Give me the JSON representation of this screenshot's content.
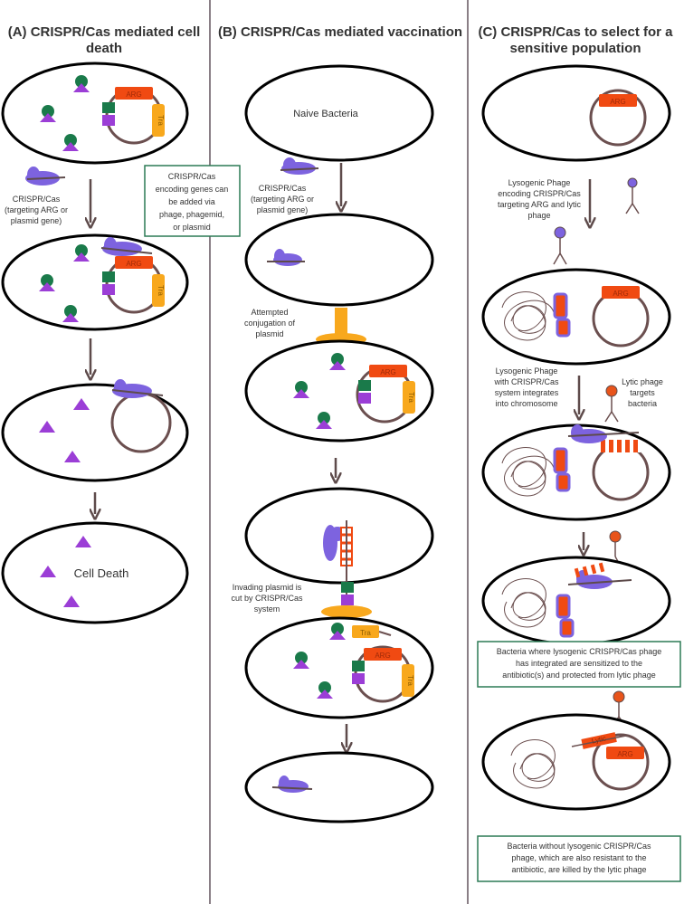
{
  "colors": {
    "cell_outline": "#000000",
    "divider": "#8a7f86",
    "arrow": "#5e4b4b",
    "plasmid": "#6b4f4f",
    "arg": "#f04a12",
    "tra": "#f8a81d",
    "protein_green": "#1a7a4a",
    "protein_purple": "#9b3ed6",
    "cas": "#7d63df",
    "phage_head": "#e8541b",
    "textbox_border": "#2c7a55",
    "text": "#333333"
  },
  "panels": {
    "a": {
      "title_line1": "(A) CRISPR/Cas mediated cell",
      "title_line2": "death",
      "label_crispr_1": "CRISPR/Cas",
      "label_crispr_2": "(targeting ARG or",
      "label_crispr_3": "plasmid gene)",
      "cell_death": "Cell Death"
    },
    "b": {
      "title": "(B) CRISPR/Cas mediated vaccination",
      "naive": "Naive Bacteria",
      "label_crispr_1": "CRISPR/Cas",
      "label_crispr_2": "(targeting ARG or",
      "label_crispr_3": "plasmid gene)",
      "attempted_1": "Attempted",
      "attempted_2": "conjugation of",
      "attempted_3": "plasmid",
      "invading_1": "Invading plasmid is",
      "invading_2": "cut by CRISPR/Cas",
      "invading_3": "system",
      "note_1": "CRISPR/Cas",
      "note_2": "encoding genes can",
      "note_3": "be added via",
      "note_4": "phage, phagemid,",
      "note_5": "or plasmid"
    },
    "c": {
      "title_line1": "(C) CRISPR/Cas to select for a",
      "title_line2": "sensitive population",
      "lyso_1": "Lysogenic Phage",
      "lyso_2": "encoding CRISPR/Cas",
      "lyso_3": "targeting ARG and lytic",
      "lyso_4": "phage",
      "integ_1": "Lysogenic Phage",
      "integ_2": "with CRISPR/Cas",
      "integ_3": "system integrates",
      "integ_4": "into chromosome",
      "lytic_1": "Lytic phage",
      "lytic_2": "targets",
      "lytic_3": "bacteria",
      "box1_1": "Bacteria where lysogenic CRISPR/Cas phage",
      "box1_2": "has integrated are sensitized to the",
      "box1_3": "antibiotic(s) and protected from lytic phage",
      "box2_1": "Bacteria without lysogenic CRISPR/Cas",
      "box2_2": "phage, which are also resistant to the",
      "box2_3": "antibiotic, are killed by the lytic phage",
      "lytic_tag": "Lytic"
    }
  },
  "labels": {
    "arg": "ARG",
    "tra": "Tra"
  }
}
